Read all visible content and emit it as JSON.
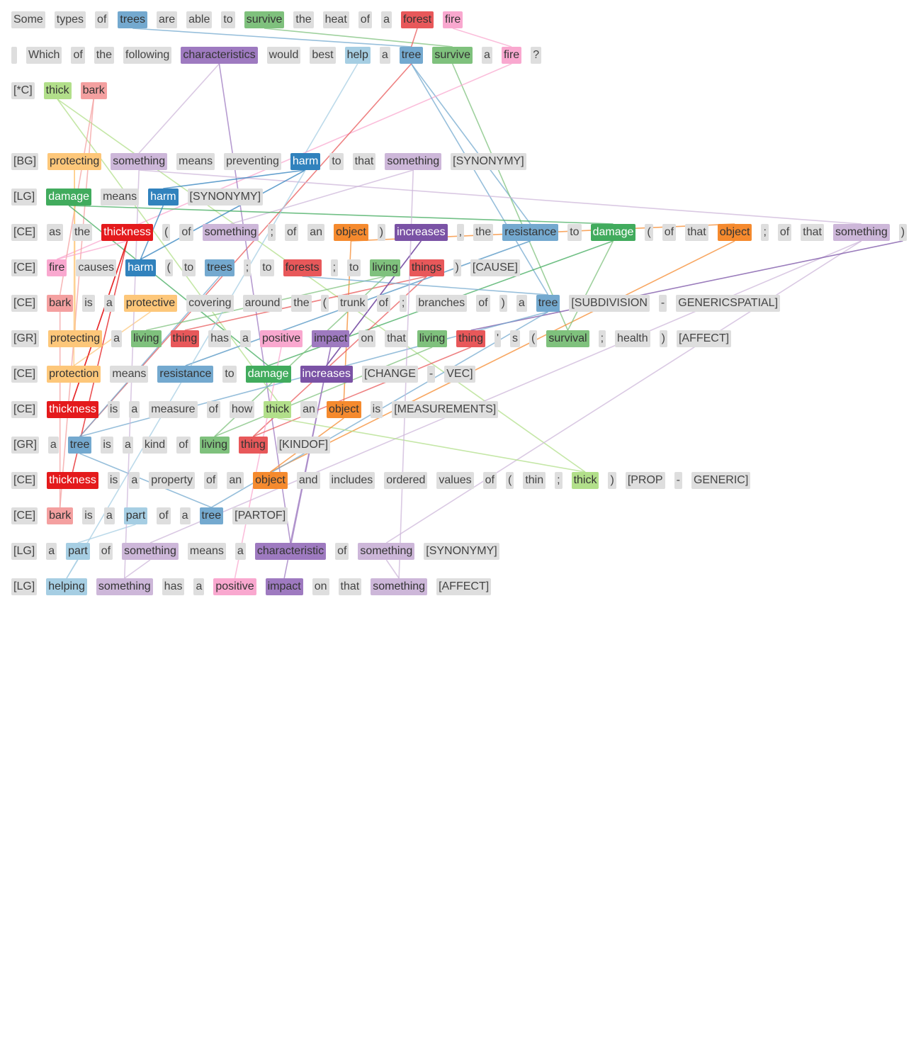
{
  "colors": {
    "blue": "#74a9cf",
    "dblue": "#3182bd",
    "lblue": "#a6cee3",
    "green": "#7fc17d",
    "dgreen": "#41ab5d",
    "lgreen": "#b2df8a",
    "red": "#e8585a",
    "dred": "#e41a1c",
    "pink": "#f9a8cf",
    "rose": "#f4a0a0",
    "orange": "#f58a2e",
    "lorange": "#fdc77a",
    "purple": "#9e7ac0",
    "dpurple": "#7a52a5",
    "lpurple": "#cdb7d9",
    "gray": "#dedede"
  },
  "rows": [
    {
      "tokens": [
        [
          "Some"
        ],
        [
          "types"
        ],
        [
          "of"
        ],
        [
          "trees",
          "blue"
        ],
        [
          "are"
        ],
        [
          "able"
        ],
        [
          "to"
        ],
        [
          "survive",
          "green"
        ],
        [
          "the"
        ],
        [
          "heat"
        ],
        [
          "of"
        ],
        [
          "a"
        ],
        [
          "forest",
          "red"
        ],
        [
          "fire",
          "pink"
        ]
      ]
    },
    {
      "tokens": [
        [
          ""
        ],
        [
          "Which"
        ],
        [
          "of"
        ],
        [
          "the"
        ],
        [
          "following"
        ],
        [
          "characteristics",
          "purple"
        ],
        [
          "would"
        ],
        [
          "best"
        ],
        [
          "help",
          "lblue"
        ],
        [
          "a"
        ],
        [
          "tree",
          "blue"
        ],
        [
          "survive",
          "green"
        ],
        [
          "a"
        ],
        [
          "fire",
          "pink"
        ],
        [
          "?"
        ]
      ]
    },
    {
      "tokens": [
        [
          "[*C]"
        ],
        [
          "thick",
          "lgreen"
        ],
        [
          "bark",
          "rose"
        ]
      ]
    },
    {
      "tokens": []
    },
    {
      "tokens": [
        [
          "[BG]"
        ],
        [
          "protecting",
          "lorange"
        ],
        [
          "something",
          "lpurple"
        ],
        [
          "means"
        ],
        [
          "preventing"
        ],
        [
          "harm",
          "dblue"
        ],
        [
          "to"
        ],
        [
          "that"
        ],
        [
          "something",
          "lpurple"
        ],
        [
          "[SYNONYMY]"
        ]
      ]
    },
    {
      "tokens": [
        [
          "[LG]"
        ],
        [
          "damage",
          "dgreen"
        ],
        [
          "means"
        ],
        [
          "harm",
          "dblue"
        ],
        [
          "[SYNONYMY]"
        ]
      ]
    },
    {
      "tokens": [
        [
          "[CE]"
        ],
        [
          "as"
        ],
        [
          "the"
        ],
        [
          "thickness",
          "dred"
        ],
        [
          "("
        ],
        [
          "of"
        ],
        [
          "something",
          "lpurple"
        ],
        [
          ";"
        ],
        [
          "of"
        ],
        [
          "an"
        ],
        [
          "object",
          "orange"
        ],
        [
          ")"
        ],
        [
          "increases",
          "dpurple"
        ],
        [
          ","
        ],
        [
          "the"
        ],
        [
          "resistance",
          "blue"
        ],
        [
          "to"
        ],
        [
          "damage",
          "dgreen"
        ],
        [
          "("
        ],
        [
          "of"
        ],
        [
          "that"
        ],
        [
          "object",
          "orange"
        ],
        [
          ";"
        ],
        [
          "of"
        ],
        [
          "that"
        ],
        [
          "something",
          "lpurple"
        ],
        [
          ")"
        ]
      ]
    },
    {
      "tokens": [
        [
          "[CE]"
        ],
        [
          "fire",
          "pink"
        ],
        [
          "causes"
        ],
        [
          "harm",
          "dblue"
        ],
        [
          "("
        ],
        [
          "to"
        ],
        [
          "trees",
          "blue"
        ],
        [
          ";"
        ],
        [
          "to"
        ],
        [
          "forests",
          "red"
        ],
        [
          ";"
        ],
        [
          "to"
        ],
        [
          "living",
          "green"
        ],
        [
          "things",
          "red"
        ],
        [
          ")"
        ],
        [
          "[CAUSE]"
        ]
      ]
    },
    {
      "tokens": [
        [
          "[CE]"
        ],
        [
          "bark",
          "rose"
        ],
        [
          "is"
        ],
        [
          "a"
        ],
        [
          "protective",
          "lorange"
        ],
        [
          "covering"
        ],
        [
          "around"
        ],
        [
          "the"
        ],
        [
          "("
        ],
        [
          "trunk"
        ],
        [
          "of"
        ],
        [
          ";"
        ],
        [
          "branches"
        ],
        [
          "of"
        ],
        [
          ")"
        ],
        [
          "a"
        ],
        [
          "tree",
          "blue"
        ],
        [
          "[SUBDIVISION"
        ],
        [
          "-"
        ],
        [
          "GENERICSPATIAL]"
        ]
      ]
    },
    {
      "tokens": [
        [
          "[GR]"
        ],
        [
          "protecting",
          "lorange"
        ],
        [
          "a"
        ],
        [
          "living",
          "green"
        ],
        [
          "thing",
          "red"
        ],
        [
          "has"
        ],
        [
          "a"
        ],
        [
          "positive",
          "pink"
        ],
        [
          "impact",
          "purple"
        ],
        [
          "on"
        ],
        [
          "that"
        ],
        [
          "living",
          "green"
        ],
        [
          "thing",
          "red"
        ],
        [
          "'"
        ],
        [
          "s"
        ],
        [
          "("
        ],
        [
          "survival",
          "green"
        ],
        [
          ";"
        ],
        [
          "health"
        ],
        [
          ")"
        ],
        [
          "[AFFECT]"
        ]
      ]
    },
    {
      "tokens": [
        [
          "[CE]"
        ],
        [
          "protection",
          "lorange"
        ],
        [
          "means"
        ],
        [
          "resistance",
          "blue"
        ],
        [
          "to"
        ],
        [
          "damage",
          "dgreen"
        ],
        [
          "increases",
          "dpurple"
        ],
        [
          "[CHANGE"
        ],
        [
          "-"
        ],
        [
          "VEC]"
        ]
      ]
    },
    {
      "tokens": [
        [
          "[CE]"
        ],
        [
          "thickness",
          "dred"
        ],
        [
          "is"
        ],
        [
          "a"
        ],
        [
          "measure"
        ],
        [
          "of"
        ],
        [
          "how"
        ],
        [
          "thick",
          "lgreen"
        ],
        [
          "an"
        ],
        [
          "object",
          "orange"
        ],
        [
          "is"
        ],
        [
          "[MEASUREMENTS]"
        ]
      ]
    },
    {
      "tokens": [
        [
          "[GR]"
        ],
        [
          "a"
        ],
        [
          "tree",
          "blue"
        ],
        [
          "is"
        ],
        [
          "a"
        ],
        [
          "kind"
        ],
        [
          "of"
        ],
        [
          "living",
          "green"
        ],
        [
          "thing",
          "red"
        ],
        [
          "[KINDOF]"
        ]
      ]
    },
    {
      "tokens": [
        [
          "[CE]"
        ],
        [
          "thickness",
          "dred"
        ],
        [
          "is"
        ],
        [
          "a"
        ],
        [
          "property"
        ],
        [
          "of"
        ],
        [
          "an"
        ],
        [
          "object",
          "orange"
        ],
        [
          "and"
        ],
        [
          "includes"
        ],
        [
          "ordered"
        ],
        [
          "values"
        ],
        [
          "of"
        ],
        [
          "("
        ],
        [
          "thin"
        ],
        [
          ";"
        ],
        [
          "thick",
          "lgreen"
        ],
        [
          ")"
        ],
        [
          "[PROP"
        ],
        [
          "-"
        ],
        [
          "GENERIC]"
        ]
      ]
    },
    {
      "tokens": [
        [
          "[CE]"
        ],
        [
          "bark",
          "rose"
        ],
        [
          "is"
        ],
        [
          "a"
        ],
        [
          "part",
          "lblue"
        ],
        [
          "of"
        ],
        [
          "a"
        ],
        [
          "tree",
          "blue"
        ],
        [
          "[PARTOF]"
        ]
      ]
    },
    {
      "tokens": [
        [
          "[LG]"
        ],
        [
          "a"
        ],
        [
          "part",
          "lblue"
        ],
        [
          "of"
        ],
        [
          "something",
          "lpurple"
        ],
        [
          "means"
        ],
        [
          "a"
        ],
        [
          "characteristic",
          "purple"
        ],
        [
          "of"
        ],
        [
          "something",
          "lpurple"
        ],
        [
          "[SYNONYMY]"
        ]
      ]
    },
    {
      "tokens": [
        [
          "[LG]"
        ],
        [
          "helping",
          "lblue"
        ],
        [
          "something",
          "lpurple"
        ],
        [
          "has"
        ],
        [
          "a"
        ],
        [
          "positive",
          "pink"
        ],
        [
          "impact",
          "purple"
        ],
        [
          "on"
        ],
        [
          "that"
        ],
        [
          "something",
          "lpurple"
        ],
        [
          "[AFFECT]"
        ]
      ]
    }
  ],
  "links": [
    [
      [
        0,
        3
      ],
      [
        1,
        10
      ],
      "blue"
    ],
    [
      [
        0,
        7
      ],
      [
        1,
        11
      ],
      "green"
    ],
    [
      [
        0,
        12
      ],
      [
        1,
        10
      ],
      "red"
    ],
    [
      [
        0,
        13
      ],
      [
        1,
        13
      ],
      "pink"
    ],
    [
      [
        1,
        5
      ],
      [
        4,
        2
      ],
      "lpurple"
    ],
    [
      [
        1,
        8
      ],
      [
        4,
        5
      ],
      "lblue"
    ],
    [
      [
        1,
        10
      ],
      [
        6,
        15
      ],
      "blue"
    ],
    [
      [
        1,
        11
      ],
      [
        9,
        16
      ],
      "green"
    ],
    [
      [
        1,
        13
      ],
      [
        7,
        1
      ],
      "pink"
    ],
    [
      [
        1,
        10
      ],
      [
        8,
        16
      ],
      "blue"
    ],
    [
      [
        1,
        10
      ],
      [
        12,
        2
      ],
      "red"
    ],
    [
      [
        1,
        5
      ],
      [
        15,
        7
      ],
      "purple"
    ],
    [
      [
        2,
        1
      ],
      [
        11,
        7
      ],
      "lgreen"
    ],
    [
      [
        2,
        2
      ],
      [
        8,
        1
      ],
      "rose"
    ],
    [
      [
        2,
        1
      ],
      [
        13,
        16
      ],
      "lgreen"
    ],
    [
      [
        2,
        2
      ],
      [
        14,
        1
      ],
      "rose"
    ],
    [
      [
        4,
        1
      ],
      [
        9,
        1
      ],
      "lorange"
    ],
    [
      [
        4,
        2
      ],
      [
        6,
        25
      ],
      "lpurple"
    ],
    [
      [
        4,
        5
      ],
      [
        5,
        3
      ],
      "dblue"
    ],
    [
      [
        4,
        5
      ],
      [
        7,
        3
      ],
      "dblue"
    ],
    [
      [
        4,
        8
      ],
      [
        6,
        6
      ],
      "lpurple"
    ],
    [
      [
        4,
        1
      ],
      [
        10,
        1
      ],
      "lorange"
    ],
    [
      [
        5,
        1
      ],
      [
        6,
        17
      ],
      "dgreen"
    ],
    [
      [
        5,
        3
      ],
      [
        7,
        3
      ],
      "dblue"
    ],
    [
      [
        5,
        1
      ],
      [
        10,
        5
      ],
      "dgreen"
    ],
    [
      [
        6,
        3
      ],
      [
        11,
        1
      ],
      "dred"
    ],
    [
      [
        6,
        3
      ],
      [
        13,
        1
      ],
      "dred"
    ],
    [
      [
        6,
        10
      ],
      [
        6,
        21
      ],
      "orange"
    ],
    [
      [
        6,
        10
      ],
      [
        11,
        9
      ],
      "orange"
    ],
    [
      [
        6,
        12
      ],
      [
        10,
        6
      ],
      "dpurple"
    ],
    [
      [
        6,
        15
      ],
      [
        10,
        3
      ],
      "blue"
    ],
    [
      [
        6,
        17
      ],
      [
        10,
        5
      ],
      "dgreen"
    ],
    [
      [
        6,
        21
      ],
      [
        13,
        7
      ],
      "orange"
    ],
    [
      [
        6,
        25
      ],
      [
        15,
        4
      ],
      "lpurple"
    ],
    [
      [
        6,
        25
      ],
      [
        15,
        9
      ],
      "lpurple"
    ],
    [
      [
        6,
        26
      ],
      [
        9,
        12
      ],
      "dpurple"
    ],
    [
      [
        7,
        1
      ],
      [
        6,
        3
      ],
      "pink"
    ],
    [
      [
        7,
        6
      ],
      [
        12,
        2
      ],
      "blue"
    ],
    [
      [
        7,
        12
      ],
      [
        9,
        3
      ],
      "green"
    ],
    [
      [
        7,
        13
      ],
      [
        9,
        4
      ],
      "red"
    ],
    [
      [
        7,
        12
      ],
      [
        12,
        7
      ],
      "green"
    ],
    [
      [
        7,
        13
      ],
      [
        12,
        8
      ],
      "red"
    ],
    [
      [
        7,
        9
      ],
      [
        8,
        16
      ],
      "blue"
    ],
    [
      [
        8,
        1
      ],
      [
        14,
        1
      ],
      "rose"
    ],
    [
      [
        8,
        4
      ],
      [
        10,
        1
      ],
      "lorange"
    ],
    [
      [
        8,
        16
      ],
      [
        14,
        7
      ],
      "blue"
    ],
    [
      [
        8,
        16
      ],
      [
        12,
        2
      ],
      "blue"
    ],
    [
      [
        9,
        7
      ],
      [
        16,
        5
      ],
      "pink"
    ],
    [
      [
        9,
        8
      ],
      [
        16,
        6
      ],
      "purple"
    ],
    [
      [
        9,
        11
      ],
      [
        12,
        7
      ],
      "green"
    ],
    [
      [
        9,
        12
      ],
      [
        12,
        8
      ],
      "red"
    ],
    [
      [
        9,
        16
      ],
      [
        6,
        17
      ],
      "green"
    ],
    [
      [
        9,
        8
      ],
      [
        15,
        7
      ],
      "purple"
    ],
    [
      [
        10,
        3
      ],
      [
        6,
        15
      ],
      "blue"
    ],
    [
      [
        10,
        6
      ],
      [
        6,
        12
      ],
      "dpurple"
    ],
    [
      [
        11,
        1
      ],
      [
        6,
        3
      ],
      "dred"
    ],
    [
      [
        11,
        7
      ],
      [
        13,
        16
      ],
      "lgreen"
    ],
    [
      [
        11,
        9
      ],
      [
        13,
        7
      ],
      "orange"
    ],
    [
      [
        14,
        4
      ],
      [
        15,
        2
      ],
      "lblue"
    ],
    [
      [
        14,
        7
      ],
      [
        12,
        2
      ],
      "blue"
    ],
    [
      [
        15,
        2
      ],
      [
        16,
        1
      ],
      "lblue"
    ],
    [
      [
        15,
        4
      ],
      [
        16,
        2
      ],
      "lpurple"
    ],
    [
      [
        15,
        9
      ],
      [
        16,
        9
      ],
      "lpurple"
    ],
    [
      [
        16,
        1
      ],
      [
        4,
        5
      ],
      "lblue"
    ],
    [
      [
        16,
        2
      ],
      [
        4,
        2
      ],
      "lpurple"
    ],
    [
      [
        16,
        9
      ],
      [
        4,
        8
      ],
      "lpurple"
    ]
  ]
}
